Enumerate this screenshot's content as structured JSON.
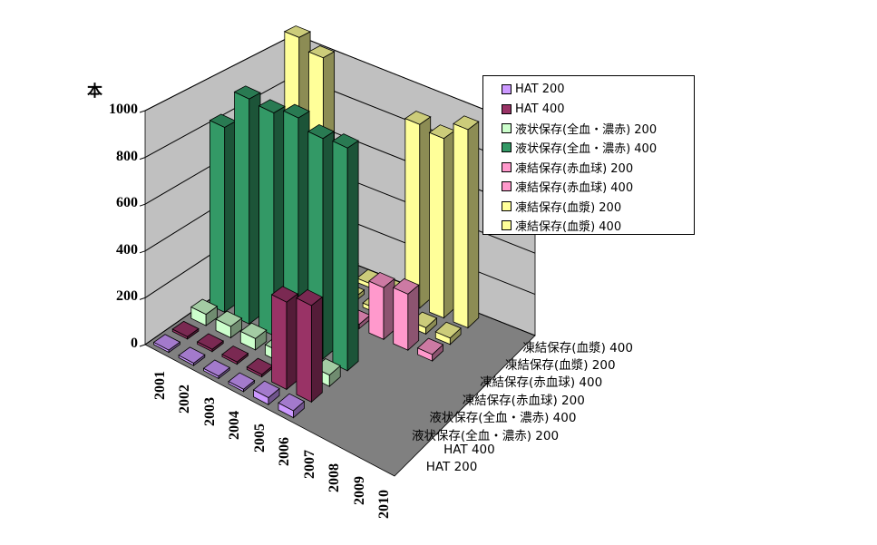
{
  "chart_data": {
    "type": "bar3d",
    "unit_label": "本",
    "zlim": [
      0,
      1000
    ],
    "zticks": [
      "0",
      "200",
      "400",
      "600",
      "800",
      "1000"
    ],
    "categories": [
      "2001",
      "2002",
      "2003",
      "2004",
      "2005",
      "2006",
      "2007",
      "2008",
      "2009",
      "2010"
    ],
    "series": [
      {
        "name": "HAT 200",
        "color": "#cc99ff",
        "values": [
          10,
          10,
          10,
          10,
          30,
          30,
          0,
          0,
          0,
          0
        ]
      },
      {
        "name": "HAT 400",
        "color": "#993366",
        "values": [
          10,
          10,
          10,
          10,
          380,
          420,
          0,
          0,
          0,
          0
        ]
      },
      {
        "name": "液状保存(全血・濃赤) 200",
        "color": "#ccffcc",
        "values": [
          50,
          50,
          50,
          45,
          40,
          50,
          0,
          0,
          0,
          0
        ]
      },
      {
        "name": "液状保存(全血・濃赤) 400",
        "color": "#339966",
        "values": [
          830,
          1010,
          1000,
          1030,
          990,
          1000,
          0,
          0,
          0,
          0
        ]
      },
      {
        "name": "凍結保存(赤血球) 200",
        "color": "#ff99cc",
        "values": [
          320,
          300,
          280,
          250,
          230,
          0,
          0,
          0,
          0,
          0
        ]
      },
      {
        "name": "凍結保存(赤血球) 400",
        "color": "#ff99cc",
        "values": [
          5,
          5,
          5,
          5,
          20,
          240,
          260,
          30,
          0,
          0
        ]
      },
      {
        "name": "凍結保存(血漿) 200",
        "color": "#ffff99",
        "values": [
          20,
          20,
          20,
          20,
          20,
          20,
          30,
          30,
          0,
          0
        ]
      },
      {
        "name": "凍結保存(血漿) 400",
        "color": "#ffff99",
        "values": [
          1060,
          1010,
          30,
          20,
          20,
          880,
          860,
          950,
          0,
          0
        ]
      }
    ],
    "legend_position": "top-right"
  }
}
